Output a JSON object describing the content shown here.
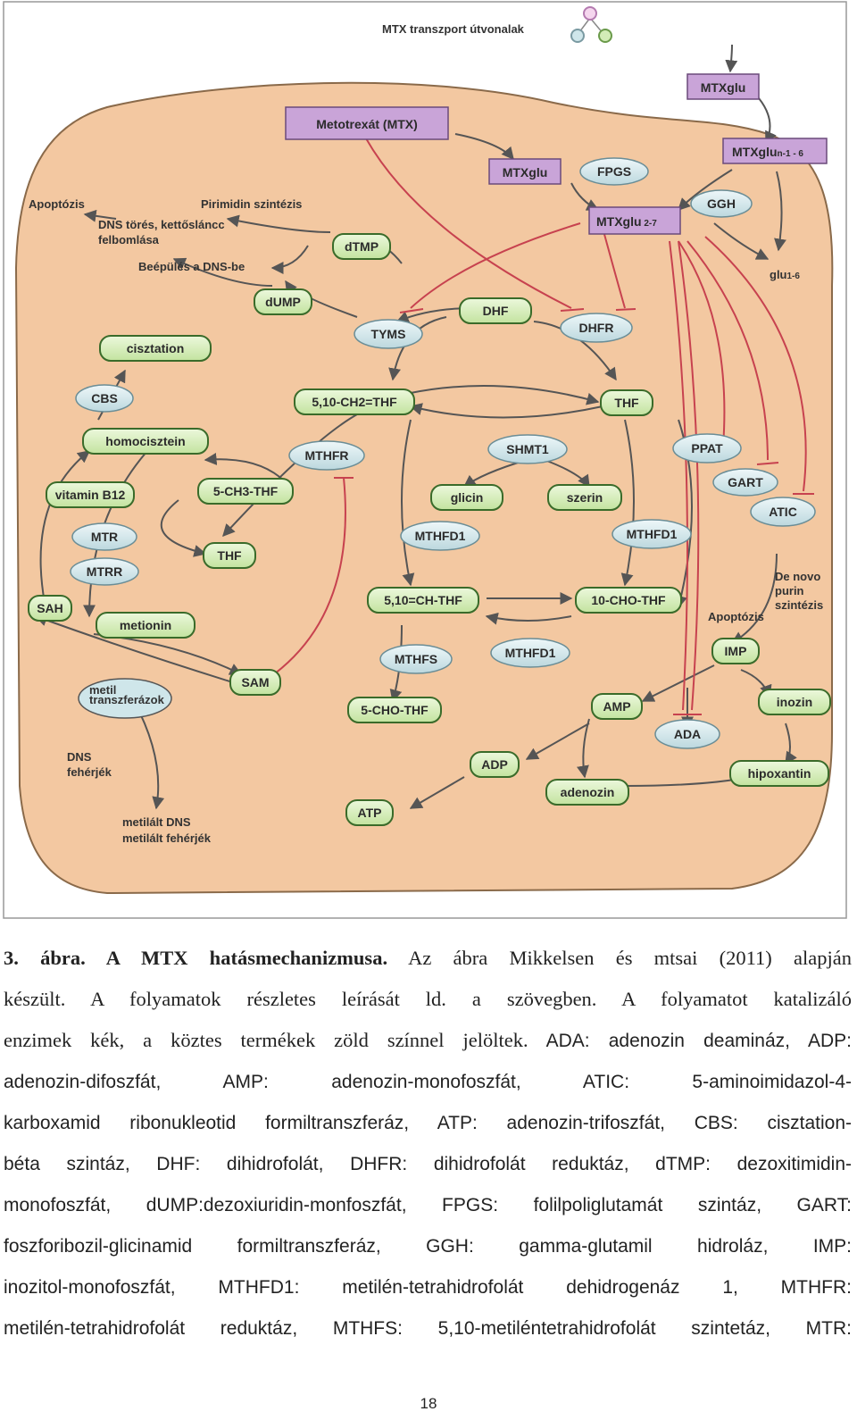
{
  "figure": {
    "header": {
      "label": "MTX transzport útvonalak"
    },
    "enzymes": [
      {
        "id": "fpgs",
        "label": "FPGS"
      },
      {
        "id": "ggh",
        "label": "GGH"
      },
      {
        "id": "tyms",
        "label": "TYMS"
      },
      {
        "id": "dhfr",
        "label": "DHFR"
      },
      {
        "id": "cbs",
        "label": "CBS"
      },
      {
        "id": "mthfr",
        "label": "MTHFR"
      },
      {
        "id": "shmt1",
        "label": "SHMT1"
      },
      {
        "id": "mtr",
        "label": "MTR"
      },
      {
        "id": "mtrr",
        "label": "MTRR"
      },
      {
        "id": "mthfd1a",
        "label": "MTHFD1"
      },
      {
        "id": "mthfd1b",
        "label": "MTHFD1"
      },
      {
        "id": "mthfd1c",
        "label": "MTHFD1"
      },
      {
        "id": "mthfs",
        "label": "MTHFS"
      },
      {
        "id": "ppat",
        "label": "PPAT"
      },
      {
        "id": "gart",
        "label": "GART"
      },
      {
        "id": "atic",
        "label": "ATIC"
      },
      {
        "id": "ada",
        "label": "ADA"
      }
    ],
    "products": [
      {
        "id": "mtxglu_r",
        "label": "MTXglu"
      },
      {
        "id": "mtxglu_c",
        "label": "MTXglu"
      },
      {
        "id": "dtmp",
        "label": "dTMP"
      },
      {
        "id": "dump",
        "label": "dUMP"
      },
      {
        "id": "dhf",
        "label": "DHF"
      },
      {
        "id": "cisztation",
        "label": "cisztation"
      },
      {
        "id": "ch2thf",
        "label": "5,10-CH2=THF"
      },
      {
        "id": "thf_r",
        "label": "THF"
      },
      {
        "id": "homocisztein",
        "label": "homocisztein"
      },
      {
        "id": "vitb12",
        "label": "vitamin B12"
      },
      {
        "id": "ch3thf",
        "label": "5-CH3-THF"
      },
      {
        "id": "glicin",
        "label": "glicin"
      },
      {
        "id": "szerin",
        "label": "szerin"
      },
      {
        "id": "thf_l",
        "label": "THF"
      },
      {
        "id": "sah",
        "label": "SAH"
      },
      {
        "id": "metionin",
        "label": "metionin"
      },
      {
        "id": "chthf",
        "label": "5,10=CH-THF"
      },
      {
        "id": "chothf10",
        "label": "10-CHO-THF"
      },
      {
        "id": "imp",
        "label": "IMP"
      },
      {
        "id": "sam",
        "label": "SAM"
      },
      {
        "id": "chothf5",
        "label": "5-CHO-THF"
      },
      {
        "id": "amp",
        "label": "AMP"
      },
      {
        "id": "inozin",
        "label": "inozin"
      },
      {
        "id": "adp",
        "label": "ADP"
      },
      {
        "id": "hipoxantin",
        "label": "hipoxantin"
      },
      {
        "id": "adenozin",
        "label": "adenozin"
      },
      {
        "id": "atp",
        "label": "ATP"
      }
    ],
    "drug": {
      "label": "Metotrexát (MTX)"
    },
    "mtxglu_top": {
      "label": "MTXglu"
    },
    "mtxglu_n": {
      "base": "MTXglu",
      "sub": "n-1 - 6"
    },
    "mtxglu_27": {
      "base": "MTXglu",
      "sub": " 2-7"
    },
    "glu16": {
      "base": "glu",
      "sub": "1-6"
    },
    "metil_transzferazok": [
      "metil",
      "transzferázok"
    ],
    "labels": {
      "apoptozis_tl": "Apoptózis",
      "pirimidin": "Pirimidin szintézis",
      "dns_tores": [
        "DNS törés, kettősláncc",
        "felbomlása"
      ],
      "beepules": "Beépülés a DNS-be",
      "de_novo": [
        "De novo",
        "purin",
        "szintézis"
      ],
      "apoptozis_r": "Apoptózis",
      "dns_feherjek": [
        "DNS",
        "fehérjék"
      ],
      "metilalt": [
        "metilált DNS",
        "metilált fehérjék"
      ]
    }
  },
  "caption": {
    "lines": [
      {
        "bold": "3. ábra. A MTX hatásmechanizmusa.",
        "rest": " Az ábra Mikkelsen és mtsai (2011) alapján"
      },
      {
        "rest": "készült. A folyamatok részletes leírását ld. a szövegben. A folyamatot katalizáló"
      },
      {
        "rest": "enzimek kék, a köztes termékek zöld színnel jelöltek.",
        "sans": " ADA: adenozin deamináz, ADP:"
      },
      {
        "sans": "adenozin-difoszfát, AMP: adenozin-monofoszfát, ATIC: 5-aminoimidazol-4-"
      },
      {
        "sans": "karboxamid ribonukleotid formiltranszferáz, ATP: adenozin-trifoszfát, CBS: cisztation-"
      },
      {
        "sans": "béta szintáz, DHF: dihidrofolát, DHFR: dihidrofolát reduktáz, dTMP: dezoxitimidin-"
      },
      {
        "sans": "monofoszfát, dUMP:dezoxiuridin-monfoszfát, FPGS: folilpoliglutamát szintáz, GART:"
      },
      {
        "sans": "foszforibozil-glicinamid formiltranszferáz, GGH: gamma-glutamil hidroláz, IMP:"
      },
      {
        "sans": "inozitol-monofoszfát, MTHFD1: metilén-tetrahidrofolát dehidrogenáz 1, MTHFR:"
      },
      {
        "sans": "metilén-tetrahidrofolát reduktáz, MTHFS: 5,10-metiléntetrahidrofolát szintetáz, MTR:"
      }
    ]
  },
  "page_number": "18",
  "colors": {
    "cell_fill": "#f3c8a1",
    "enzyme_fill": "#cfe6ea",
    "enzyme_stroke": "#6a8d96",
    "product_fill": "#d2ecb7",
    "product_stroke": "#3a6b2a",
    "mtx_fill": "#c9a4d8",
    "inhibit": "#c7424f",
    "arrow": "#555555"
  }
}
